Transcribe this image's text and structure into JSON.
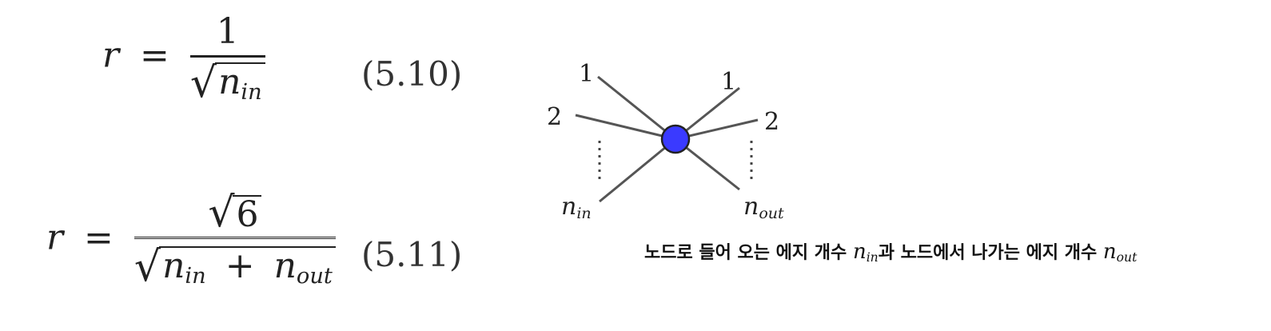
{
  "equations": [
    {
      "lhs": "r",
      "eq": "=",
      "numerator": "1",
      "denominator": "n",
      "den_sub": "in",
      "number": "(5.10)"
    },
    {
      "lhs": "r",
      "eq": "=",
      "numerator": "6",
      "den_a": "n",
      "den_a_sub": "in",
      "plus": "+",
      "den_b": "n",
      "den_b_sub": "out",
      "number": "(5.11)"
    }
  ],
  "diagram": {
    "labels": {
      "in_1": "1",
      "in_2": "2",
      "in_n": "n",
      "in_n_sub": "in",
      "out_1": "1",
      "out_2": "2",
      "out_n": "n",
      "out_n_sub": "out"
    },
    "node_color": "#3a3aff"
  },
  "caption": {
    "part1": "노드로 들어 오는 에지 개수 ",
    "var1": "n",
    "var1_sub": "in",
    "part2": "과 노드에서 나가는 에지 개수 ",
    "var2": "n",
    "var2_sub": "out"
  }
}
